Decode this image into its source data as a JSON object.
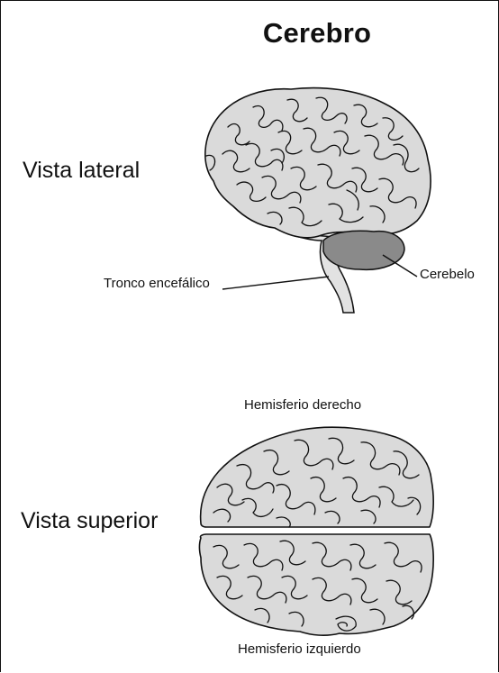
{
  "title": "Cerebro",
  "views": {
    "lateral": {
      "label": "Vista lateral",
      "parts": {
        "brainstem": "Tronco encefálico",
        "cerebellum": "Cerebelo"
      }
    },
    "superior": {
      "label": "Vista superior",
      "parts": {
        "right_hemisphere": "Hemisferio derecho",
        "left_hemisphere": "Hemisferio izquierdo"
      }
    }
  },
  "colors": {
    "cortex": "#dadada",
    "cerebellum": "#8a8a8a",
    "outline": "#111111"
  }
}
